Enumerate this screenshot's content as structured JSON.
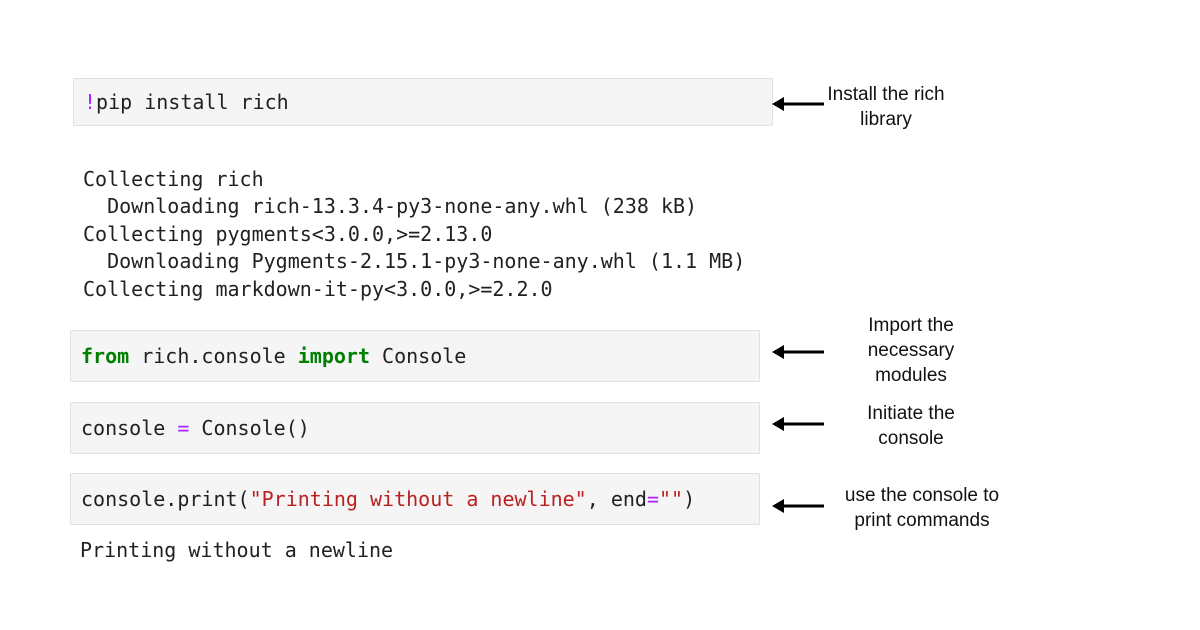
{
  "cells": {
    "install": {
      "magic": "!",
      "code": "pip install rich"
    },
    "install_output": [
      "Collecting rich",
      "  Downloading rich-13.3.4-py3-none-any.whl (238 kB)",
      "Collecting pygments<3.0.0,>=2.13.0",
      "  Downloading Pygments-2.15.1-py3-none-any.whl (1.1 MB)",
      "Collecting markdown-it-py<3.0.0,>=2.2.0"
    ],
    "import": {
      "kw_from": "from",
      "module": " rich.console ",
      "kw_import": "import",
      "name": " Console"
    },
    "init": {
      "var": "console ",
      "op": "=",
      "call": " Console()"
    },
    "print": {
      "call_open": "console.print(",
      "string": "\"Printing without a newline\"",
      "sep": ", end",
      "op": "=",
      "empty_string": "\"\"",
      "close": ")"
    },
    "print_output": "Printing without a newline"
  },
  "annotations": {
    "install": [
      "Install the rich",
      "library"
    ],
    "import": [
      "Import the",
      "necessary",
      "modules"
    ],
    "init": [
      "Initiate the",
      "console"
    ],
    "print": [
      "use the console to",
      "print commands"
    ]
  },
  "icons": {
    "arrow": "arrow-left-icon"
  }
}
